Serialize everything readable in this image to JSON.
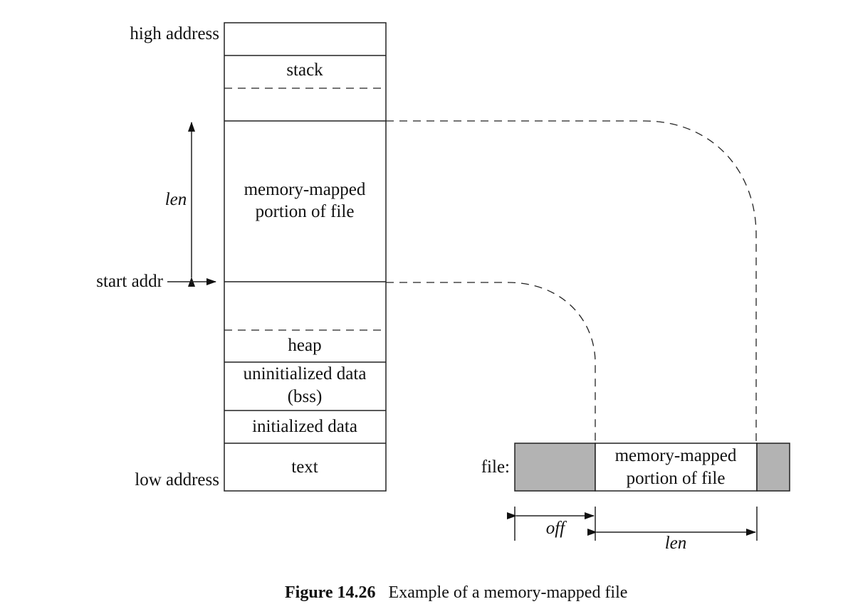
{
  "memory": {
    "high_address": "high address",
    "low_address": "low address",
    "start_addr": "start addr",
    "len": "len",
    "segments": {
      "stack": "stack",
      "mapped_line1": "memory-mapped",
      "mapped_line2": "portion of file",
      "heap": "heap",
      "bss_line1": "uninitialized data",
      "bss_line2": "(bss)",
      "initialized": "initialized data",
      "text": "text"
    }
  },
  "file": {
    "label": "file:",
    "mapped_line1": "memory-mapped",
    "mapped_line2": "portion of file",
    "off": "off",
    "len": "len"
  },
  "caption": {
    "figure": "Figure 14.26",
    "text": "Example of a memory-mapped file"
  }
}
